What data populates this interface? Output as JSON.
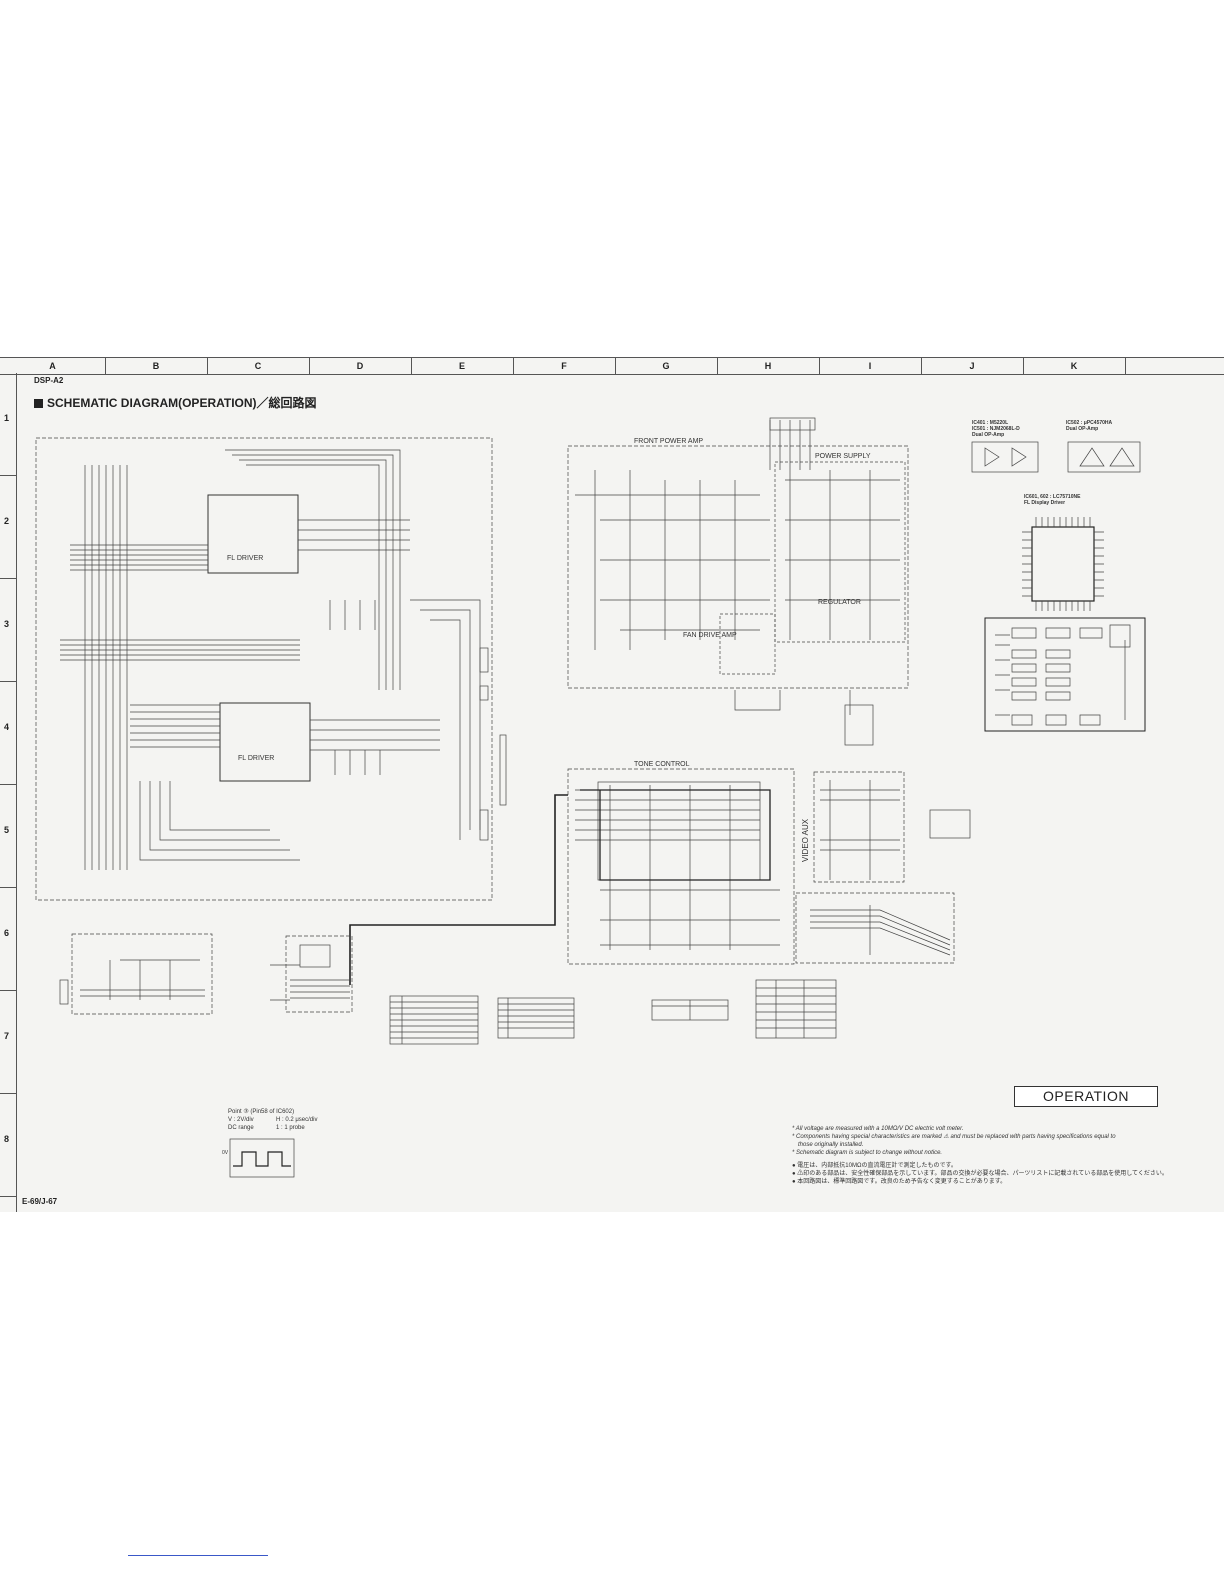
{
  "model": "DSP-A2",
  "title": "SCHEMATIC DIAGRAM(OPERATION)／総回路図",
  "page_code": "E-69/J-67",
  "grid": {
    "columns": [
      "A",
      "B",
      "C",
      "D",
      "E",
      "F",
      "G",
      "H",
      "I",
      "J",
      "K"
    ],
    "rows": [
      "1",
      "2",
      "3",
      "4",
      "5",
      "6",
      "7",
      "8"
    ]
  },
  "blocks": {
    "fl_driver_top": "FL DRIVER",
    "fl_driver_bottom": "FL DRIVER",
    "front_power_amp": "FRONT POWER AMP",
    "power_supply": "POWER SUPPLY",
    "regulator": "REGULATOR",
    "fan_drive_amp": "FAN DRIVE AMP",
    "tone_control": "TONE CONTROL",
    "video_aux": "VIDEO AUX"
  },
  "ic_notes": {
    "ic401": "IC401 : M5220L",
    "ic501": "IC501 : NJM2068L-D",
    "dual_opamp_1": "Dual OP-Amp",
    "ic502": "IC502 : μPC4570HA",
    "dual_opamp_2": "Dual OP-Amp",
    "ic601": "IC601, 602 : LC75710NE",
    "fl_display_driver": "FL Display Driver"
  },
  "badge": "OPERATION",
  "point_info": {
    "title": "Point ③ (Pin58 of IC602)",
    "v": "V : 2V/div",
    "h": "H : 0.2 μsec/div",
    "dc": "DC range",
    "probe": "1 : 1 probe",
    "level": "0V"
  },
  "notes": {
    "en": [
      "* All voltage are measured with a 10MΩ/V DC electric volt meter.",
      "* Components having special characteristics are marked ⚠ and must be replaced with parts having specifications equal to",
      "  those originally installed.",
      "* Schematic diagram is subject to change without notice."
    ],
    "jp": [
      "● 電圧は、内部抵抗10MΩの直流電圧計で測定したものです。",
      "● ⚠印のある部品は、安全性確保部品を示しています。部品の交換が必要な場合、パーツリストに記載されている部品を使用してください。",
      "● 本回路図は、標準回路図です。改良のため予告なく変更することがあります。"
    ]
  }
}
